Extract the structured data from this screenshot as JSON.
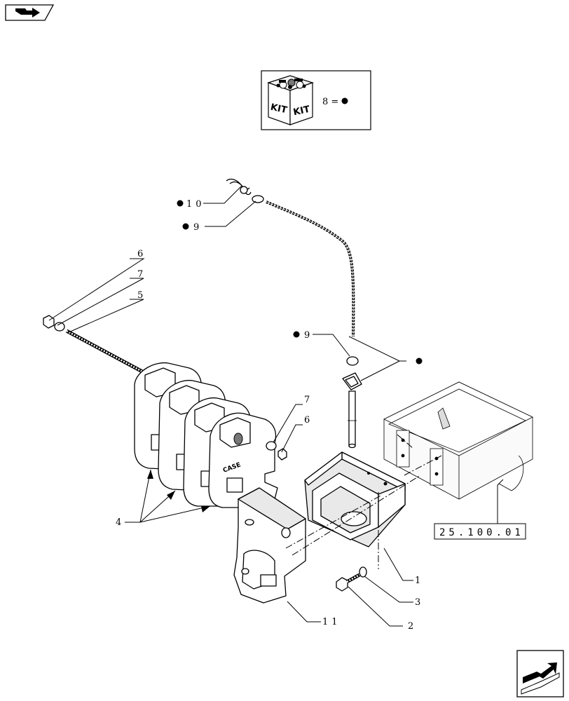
{
  "kit_legend": {
    "label_left": "KIT",
    "label_right": "KIT",
    "equation": "8 ="
  },
  "reference": {
    "code": "25.100.01"
  },
  "callouts": [
    {
      "id": "c1",
      "label": "1"
    },
    {
      "id": "c2",
      "label": "2"
    },
    {
      "id": "c3",
      "label": "3"
    },
    {
      "id": "c4",
      "label": "4"
    },
    {
      "id": "c5",
      "label": "5"
    },
    {
      "id": "c6a",
      "label": "6"
    },
    {
      "id": "c6b",
      "label": "6"
    },
    {
      "id": "c7a",
      "label": "7"
    },
    {
      "id": "c7b",
      "label": "7"
    },
    {
      "id": "c9a",
      "label": "9"
    },
    {
      "id": "c9b",
      "label": "9"
    },
    {
      "id": "c10",
      "label": "10"
    },
    {
      "id": "c11",
      "label": "11"
    }
  ],
  "icons": {
    "top_left": "book-arrow-icon",
    "bottom_right": "next-page-arrow-icon",
    "kit_marker": "filled-dot-icon"
  }
}
